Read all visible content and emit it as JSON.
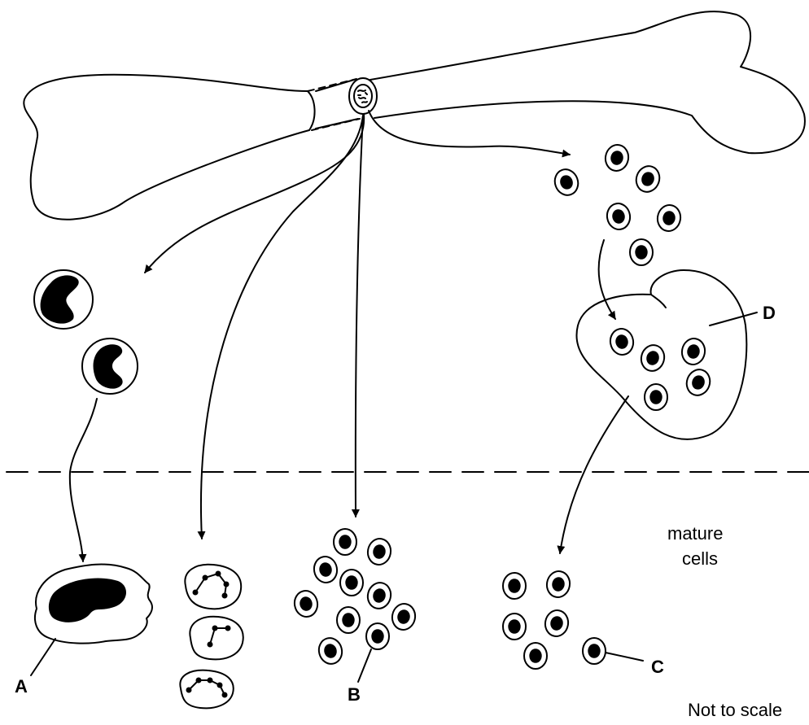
{
  "labels": {
    "a": "A",
    "b": "B",
    "c": "C",
    "d": "D",
    "mature_line1": "mature",
    "mature_line2": "cells",
    "scale_note": "Not to scale"
  },
  "colors": {
    "ink": "#000000",
    "paper": "#ffffff"
  }
}
